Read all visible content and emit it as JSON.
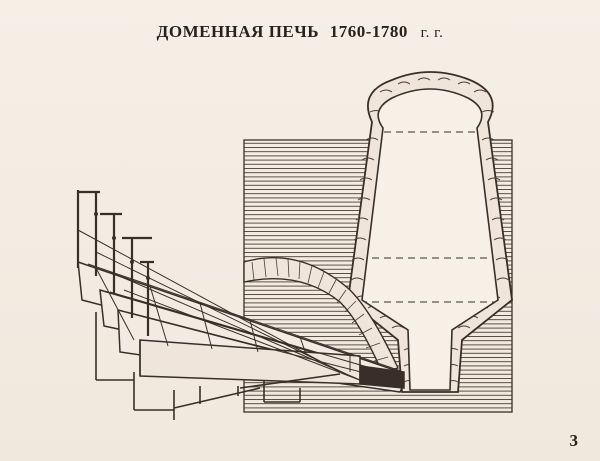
{
  "title": {
    "main": "ДОМЕННАЯ ПЕЧЬ",
    "years": "1760-1780",
    "suffix": "г. г."
  },
  "page_number": "3",
  "colors": {
    "background": "#f4ede4",
    "ink": "#3a2f28"
  }
}
